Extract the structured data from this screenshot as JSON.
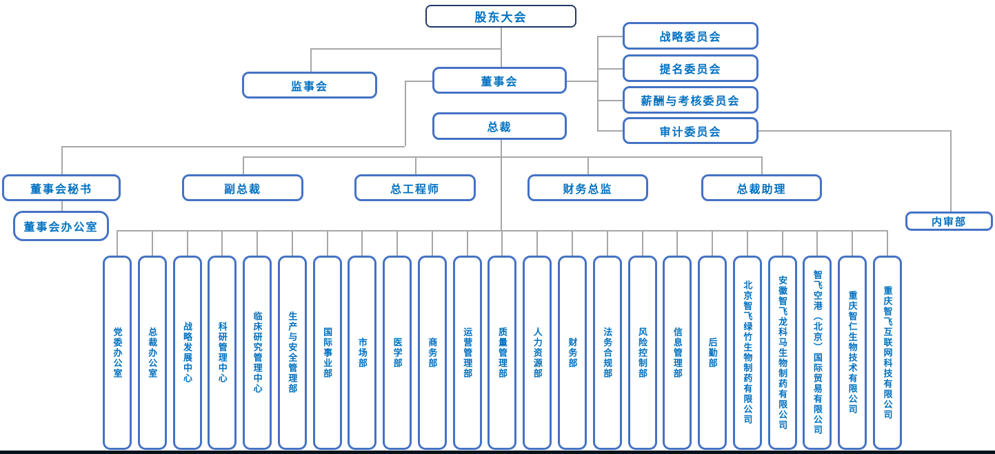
{
  "org_chart": {
    "nodes": {
      "shareholders_meeting": "股东大会",
      "supervisory_board": "监事会",
      "board_of_directors": "董事会",
      "president": "总裁",
      "strategy_committee": "战略委员会",
      "nomination_committee": "提名委员会",
      "remuneration_committee": "薪酬与考核委员会",
      "audit_committee": "审计委员会",
      "board_secretary": "董事会秘书",
      "vice_president": "副总裁",
      "chief_engineer": "总工程师",
      "finance_director": "财务总监",
      "president_assistant": "总裁助理",
      "board_office": "董事会办公室",
      "internal_audit_dept": "内审部"
    },
    "departments": [
      "党委办公室",
      "总裁办公室",
      "战略发展中心",
      "科研管理中心",
      "临床研究管理中心",
      "生产与安全管理部",
      "国际事业部",
      "市场部",
      "医学部",
      "商务部",
      "运营管理部",
      "质量管理部",
      "人力资源部",
      "财务部",
      "法务合规部",
      "风险控制部",
      "信息管理部",
      "后勤部",
      "北京智飞绿竹生物制药有限公司",
      "安徽智飞龙科马生物制药有限公司",
      "智飞空港（北京）国际贸易有限公司",
      "重庆智仁生物技术有限公司",
      "重庆智飞互联网科技有限公司"
    ],
    "colors": {
      "top_box_border": "#1F3864",
      "box_border": "#4472C4",
      "label_text": "#0070C0",
      "connector": "#A6A6A6",
      "background": "#FFFFFF"
    }
  }
}
